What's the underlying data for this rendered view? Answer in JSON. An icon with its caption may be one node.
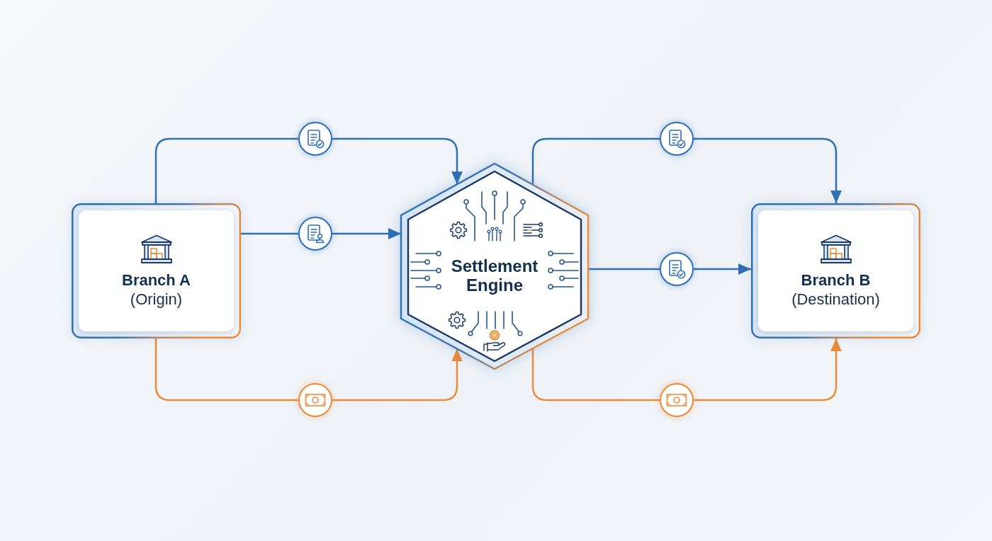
{
  "diagram": {
    "nodes": [
      {
        "text": [
          "Branch A",
          "(Origin)"
        ]
      },
      {
        "text": [],
        "shape": "circle"
      },
      {
        "text": [],
        "shape": "circle"
      },
      {
        "text": [],
        "shape": "circle"
      },
      {
        "text": [
          "Settlement Engine"
        ]
      },
      {
        "text": [],
        "shape": "circle"
      },
      {
        "text": [],
        "shape": "circle"
      },
      {
        "text": [],
        "shape": "circle"
      },
      {
        "text": [
          "Branch B",
          "(Destination)"
        ]
      }
    ],
    "edges": [
      {
        "from": 0,
        "to": 1,
        "arrow": "none"
      },
      {
        "from": 1,
        "to": 4,
        "arrow": "to"
      },
      {
        "from": 0,
        "to": 2,
        "arrow": "none"
      },
      {
        "from": 2,
        "to": 4,
        "arrow": "to"
      },
      {
        "from": 0,
        "to": 3,
        "arrow": "none",
        "color": "#ec8a3a"
      },
      {
        "from": 3,
        "to": 4,
        "arrow": "to",
        "color": "#ec8a3a"
      },
      {
        "from": 4,
        "to": 5,
        "arrow": "none"
      },
      {
        "from": 5,
        "to": 8,
        "arrow": "to"
      },
      {
        "from": 4,
        "to": 6,
        "arrow": "none"
      },
      {
        "from": 6,
        "to": 8,
        "arrow": "to"
      },
      {
        "from": 4,
        "to": 7,
        "arrow": "none",
        "color": "#ec8a3a"
      },
      {
        "from": 7,
        "to": 8,
        "arrow": "to",
        "color": "#ec8a3a"
      }
    ]
  }
}
